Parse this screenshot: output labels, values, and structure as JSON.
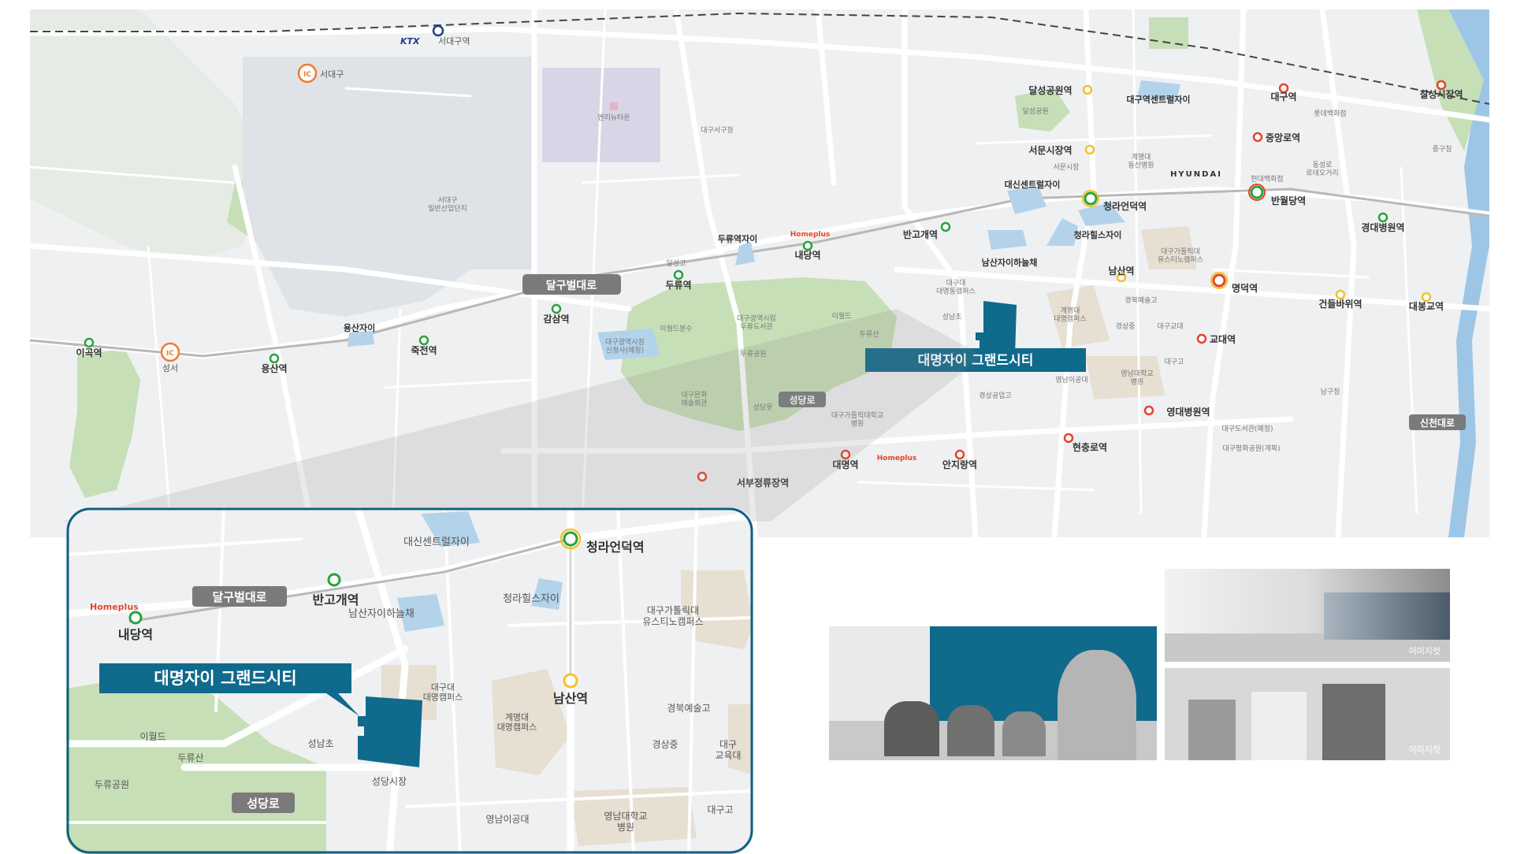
{
  "colors": {
    "accent": "#0f6a8c",
    "green_park": "#c6dfb7",
    "road_badge": "#7a7a7a",
    "station_green": "#26a33b",
    "station_red": "#e4432a",
    "station_yellow": "#f3c12e",
    "ic_orange": "#ef7c2c"
  },
  "main_map": {
    "top": {
      "ktx": "KTX",
      "seodaegu_station": "서대구역",
      "ic_seodaegu": "서대구",
      "ic_label": "IC"
    },
    "labels": {
      "ennaritown": "엔리뉴타운",
      "daegu_seogu_office": "대구서구청",
      "seogu_industrial": "서대구\n일반산업단지",
      "dalseong_park_station": "달성공원역",
      "dalseong_park": "달성공원",
      "daegu_station_central": "대구역센트럴자이",
      "daegu_station": "대구역",
      "lotte_dept": "롯데백화점",
      "chilseong_market_station": "칠성시장역",
      "jungang_station": "중앙로역",
      "junggu_office": "중구청",
      "seomun_market_station": "서문시장역",
      "seomun_market": "서문시장",
      "keimyung_dongsan": "계명대\n동산병원",
      "dongseongro": "동성로\n로데오거리",
      "hyundai": "HYUNDAI",
      "hyundai_dept": "현대백화점",
      "daesin_central": "대신센트럴자이",
      "cheongna_hill_station": "청라언덕역",
      "banwoldang_station": "반월당역",
      "kyungdae_hospital_station": "경대병원역",
      "duryu_station_xi": "두류역자이",
      "homeplus": "Homeplus",
      "naedang_station": "내당역",
      "bango_station": "반고개역",
      "cheongna_hills_xi": "청라힐스자이",
      "catholic_univ_yusuno": "대구가톨릭대\n유스티노캠퍼스",
      "dalseong_high": "달성고",
      "duryu_station": "두류역",
      "namsan_xi": "남산자이하늘채",
      "keimyung_daemyeong": "대구대\n대명동캠퍼스",
      "namsan_station": "남산역",
      "myeongdeok_station": "명덕역",
      "dalgubeol_road": "달구벌대로",
      "gamsam_station": "감삼역",
      "daegu_library": "대구광역시립\n두류도서관",
      "eworld": "이월드",
      "duryu_mountain": "두류산",
      "keimyung_univ": "계명대\n대명캠퍼스",
      "gyeongbuk_arts": "경북예술고",
      "geondeul_station": "건들바위역",
      "daebong_station": "대봉교역",
      "yongsan_xi": "용산자이",
      "ikok_station": "이곡역",
      "ic_seongseo": "성서",
      "yongsan_station": "용산역",
      "jukjeon_station": "죽전역",
      "city_hall": "대구광역시청\n신청사(예정)",
      "e_world_fountain": "이월드분수",
      "duryu_park": "두류공원",
      "seongnam_elem": "성남초",
      "gyeongsang_middle": "경상중",
      "daegu_edu": "대구교대",
      "gyodae_station": "교대역",
      "highlight": "대명자이 그랜드시티",
      "daegu_high": "대구고",
      "yeungnam_tech": "영남이공대",
      "yeungnam_hospital": "영남대학교\n병원",
      "daegu_culture_arts": "대구문화\n예술회관",
      "seongdang_mot": "성당못",
      "seongdang_road": "성당로",
      "gyeongsang_tech": "경상공업고",
      "namgu_office": "남구청",
      "sincheon_road": "신천대로",
      "catholic_hospital": "대구가톨릭대학교\n병원",
      "yeongdae_hospital_station": "영대병원역",
      "daegu_library2": "대구도서관(예정)",
      "daemyeong_station": "대명역",
      "anjirang_station": "안지랑역",
      "hyeonchungro_station": "현충로역",
      "daegu_peace_park": "대구평화공원(계획)",
      "seobu_bus_station": "서부정류장역"
    }
  },
  "inset_map": {
    "labels": {
      "daesin_central": "대신센트럴자이",
      "cheongna_hill_station": "청라언덕역",
      "homeplus": "Homeplus",
      "dalgubeol_road": "달구벌대로",
      "bango_station": "반고개역",
      "cheongna_hills_xi": "청라힐스자이",
      "namsan_xi": "남산자이하늘채",
      "catholic_univ_yusuno": "대구가톨릭대\n유스티노캠퍼스",
      "naedang_station": "내당역",
      "highlight": "대명자이 그랜드시티",
      "daegu_univ_daemyeong": "대구대\n대명캠퍼스",
      "namsan_station": "남산역",
      "keimyung_univ": "계명대\n대명캠퍼스",
      "gyeongbuk_arts": "경북예술고",
      "eworld": "이월드",
      "seongnam_elem": "성남초",
      "gyeongsang_middle": "경상중",
      "daegu_edu": "대구\n교육대",
      "duryu_mountain": "두류산",
      "duryu_park": "두류공원",
      "seongdang_market": "성당시장",
      "seongdang_road": "성당로",
      "daegu_high": "대구고",
      "yeungnam_tech": "영남이공대",
      "yeungnam_hospital": "영남대학교\n병원"
    }
  },
  "photos": {
    "caption_subway": "이미지컷",
    "caption_shopping": "이미지컷"
  }
}
